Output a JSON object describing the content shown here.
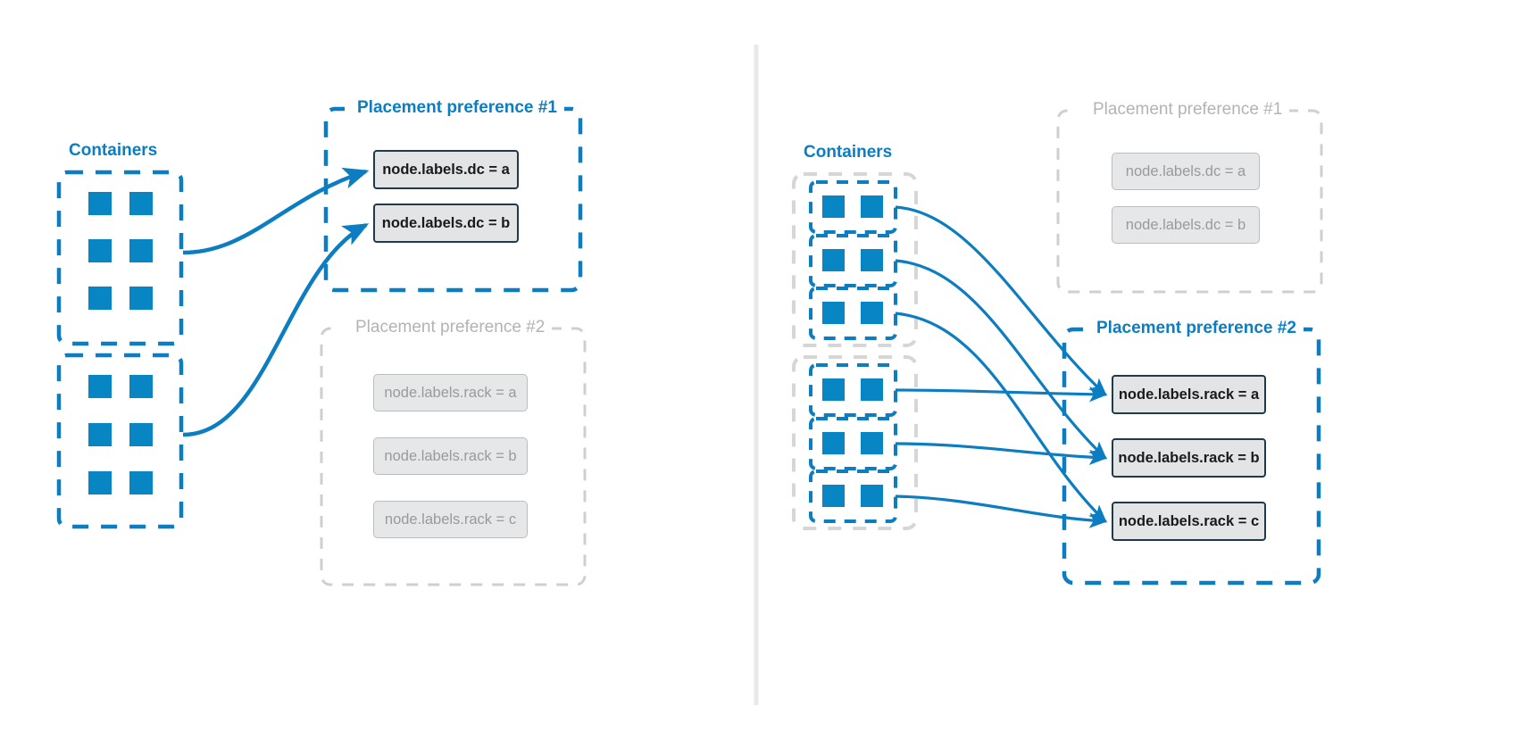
{
  "diagram": {
    "title_left": "",
    "title_right": "",
    "colors": {
      "accent_blue": "#0d7dc1",
      "square_blue": "#0886c4",
      "muted_gray": "#b3b3b3",
      "box_fill": "#e3e4e6",
      "box_border": "#203a4a",
      "muted_box_fill": "#e6e7e8",
      "muted_box_border": "#bcbcbc",
      "divider": "#e8e9eb"
    }
  },
  "panels": [
    {
      "id": "left",
      "containers": {
        "label": "Containers",
        "state": "active",
        "groups": [
          {
            "squares": 6,
            "state": "active"
          },
          {
            "squares": 6,
            "state": "active"
          }
        ]
      },
      "preferences": [
        {
          "title": "Placement preference #1",
          "state": "active",
          "nodes": [
            {
              "label": "node.labels.dc = a",
              "state": "active"
            },
            {
              "label": "node.labels.dc = b",
              "state": "active"
            }
          ]
        },
        {
          "title": "Placement preference #2",
          "state": "muted",
          "nodes": [
            {
              "label": "node.labels.rack = a",
              "state": "muted"
            },
            {
              "label": "node.labels.rack = b",
              "state": "muted"
            },
            {
              "label": "node.labels.rack = c",
              "state": "muted"
            }
          ]
        }
      ],
      "arrows": 2
    },
    {
      "id": "right",
      "containers": {
        "label": "Containers",
        "state": "active",
        "groups": [
          {
            "squares": 6,
            "state": "active",
            "subgroups": 3
          },
          {
            "squares": 6,
            "state": "active",
            "subgroups": 3
          }
        ]
      },
      "preferences": [
        {
          "title": "Placement preference #1",
          "state": "muted",
          "nodes": [
            {
              "label": "node.labels.dc = a",
              "state": "muted"
            },
            {
              "label": "node.labels.dc = b",
              "state": "muted"
            }
          ]
        },
        {
          "title": "Placement preference #2",
          "state": "active",
          "nodes": [
            {
              "label": "node.labels.rack = a",
              "state": "active"
            },
            {
              "label": "node.labels.rack = b",
              "state": "active"
            },
            {
              "label": "node.labels.rack = c",
              "state": "active"
            }
          ]
        }
      ],
      "arrows": 6
    }
  ]
}
